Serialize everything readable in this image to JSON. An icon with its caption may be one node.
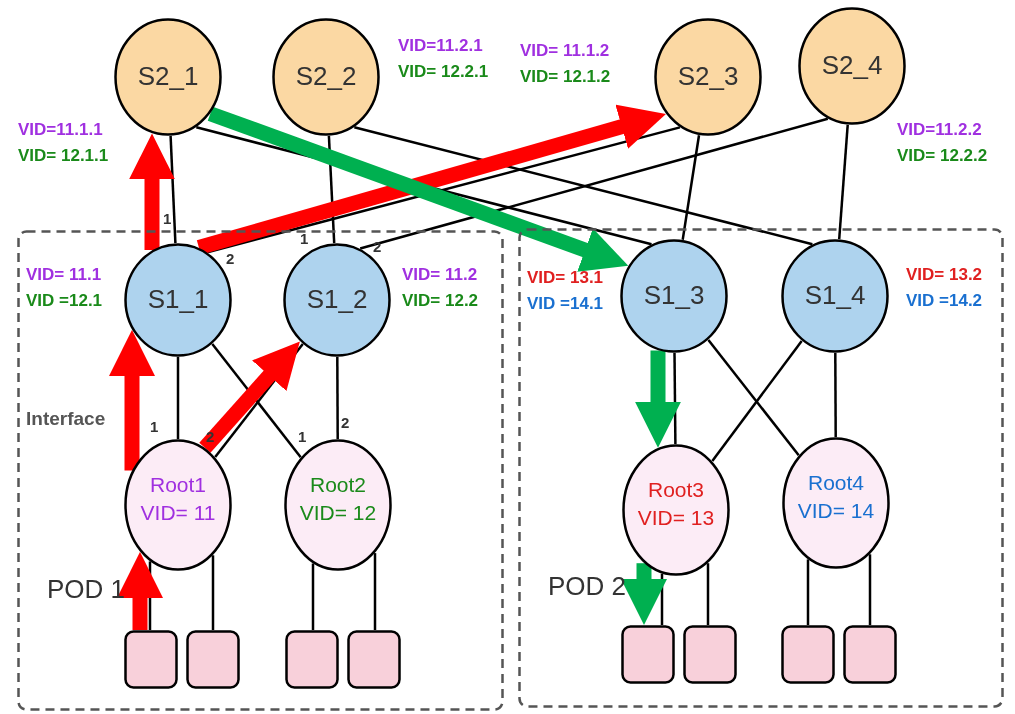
{
  "diagram": {
    "nodes": [
      {
        "text": [
          "S2_1"
        ],
        "beside": [
          "VID=11.1.1",
          "VID= 12.1.1"
        ]
      },
      {
        "text": [
          "S2_2"
        ],
        "beside": [
          "VID=11.2.1",
          "VID= 12.2.1"
        ]
      },
      {
        "text": [
          "S2_3"
        ],
        "beside": [
          "VID= 11.1.2",
          "VID= 12.1.2"
        ]
      },
      {
        "text": [
          "S2_4"
        ],
        "beside": [
          "VID=11.2.2",
          "VID= 12.2.2"
        ]
      },
      {
        "text": [
          "POD 1"
        ]
      },
      {
        "text": [
          "S1_1"
        ],
        "in": 4,
        "beside": [
          "VID= 11.1",
          "VID =12.1"
        ]
      },
      {
        "text": [
          "S1_2"
        ],
        "in": 4,
        "beside": [
          "VID= 11.2",
          "VID= 12.2"
        ]
      },
      {
        "text": [
          "Root1",
          "VID= 11"
        ],
        "in": 4
      },
      {
        "text": [
          "Root2",
          "VID= 12"
        ],
        "in": 4
      },
      {
        "text": [],
        "shape": "box",
        "in": 4
      },
      {
        "text": [],
        "shape": "box",
        "in": 4
      },
      {
        "text": [],
        "shape": "box",
        "in": 4
      },
      {
        "text": [],
        "shape": "box",
        "in": 4
      },
      {
        "text": [
          "POD 2"
        ]
      },
      {
        "text": [
          "S1_3"
        ],
        "in": 13,
        "beside": [
          "VID= 13.1",
          "VID =14.1"
        ]
      },
      {
        "text": [
          "S1_4"
        ],
        "in": 13,
        "beside": [
          "VID= 13.2",
          "VID =14.2"
        ]
      },
      {
        "text": [
          "Root3",
          "VID= 13"
        ],
        "in": 13
      },
      {
        "text": [
          "Root4",
          "VID= 14"
        ],
        "in": 13
      },
      {
        "text": [],
        "shape": "box",
        "in": 13
      },
      {
        "text": [],
        "shape": "box",
        "in": 13
      },
      {
        "text": [],
        "shape": "box",
        "in": 13
      },
      {
        "text": [],
        "shape": "box",
        "in": 13
      }
    ],
    "edges": [
      {
        "from": 0,
        "to": 5,
        "arrow": "none"
      },
      {
        "from": 0,
        "to": 14,
        "arrow": "none"
      },
      {
        "from": 1,
        "to": 6,
        "arrow": "none"
      },
      {
        "from": 1,
        "to": 15,
        "arrow": "none"
      },
      {
        "from": 2,
        "to": 5,
        "arrow": "none"
      },
      {
        "from": 2,
        "to": 14,
        "arrow": "none"
      },
      {
        "from": 3,
        "to": 6,
        "arrow": "none"
      },
      {
        "from": 3,
        "to": 15,
        "arrow": "none"
      },
      {
        "from": 5,
        "to": 7,
        "arrow": "none"
      },
      {
        "from": 5,
        "to": 8,
        "arrow": "none"
      },
      {
        "from": 6,
        "to": 7,
        "arrow": "none"
      },
      {
        "from": 6,
        "to": 8,
        "arrow": "none"
      },
      {
        "from": 7,
        "to": 9,
        "arrow": "none"
      },
      {
        "from": 7,
        "to": 10,
        "arrow": "none"
      },
      {
        "from": 8,
        "to": 11,
        "arrow": "none"
      },
      {
        "from": 8,
        "to": 12,
        "arrow": "none"
      },
      {
        "from": 14,
        "to": 16,
        "arrow": "none"
      },
      {
        "from": 14,
        "to": 17,
        "arrow": "none"
      },
      {
        "from": 15,
        "to": 16,
        "arrow": "none"
      },
      {
        "from": 15,
        "to": 17,
        "arrow": "none"
      },
      {
        "from": 16,
        "to": 18,
        "arrow": "none"
      },
      {
        "from": 16,
        "to": 19,
        "arrow": "none"
      },
      {
        "from": 17,
        "to": 20,
        "arrow": "none"
      },
      {
        "from": 17,
        "to": 21,
        "arrow": "none"
      },
      {
        "from": 9,
        "to": 7,
        "arrow": "to",
        "style": "thick",
        "color": "#ff0000"
      },
      {
        "from": 7,
        "to": 5,
        "arrow": "to",
        "style": "thick",
        "color": "#ff0000"
      },
      {
        "from": 7,
        "to": 6,
        "arrow": "to",
        "style": "thick",
        "color": "#ff0000"
      },
      {
        "from": 5,
        "to": 0,
        "arrow": "to",
        "style": "thick",
        "color": "#ff0000"
      },
      {
        "from": 5,
        "to": 2,
        "arrow": "to",
        "style": "thick",
        "color": "#ff0000"
      },
      {
        "from": 0,
        "to": 14,
        "arrow": "to",
        "style": "thick",
        "color": "#00b050"
      },
      {
        "from": 14,
        "to": 16,
        "arrow": "to",
        "style": "thick",
        "color": "#00b050"
      },
      {
        "from": 16,
        "to": 18,
        "arrow": "to",
        "style": "thick",
        "color": "#00b050"
      }
    ],
    "labels": [
      "1",
      "2",
      "1",
      "2",
      "Interface",
      "1",
      "2",
      "1",
      "2"
    ]
  }
}
